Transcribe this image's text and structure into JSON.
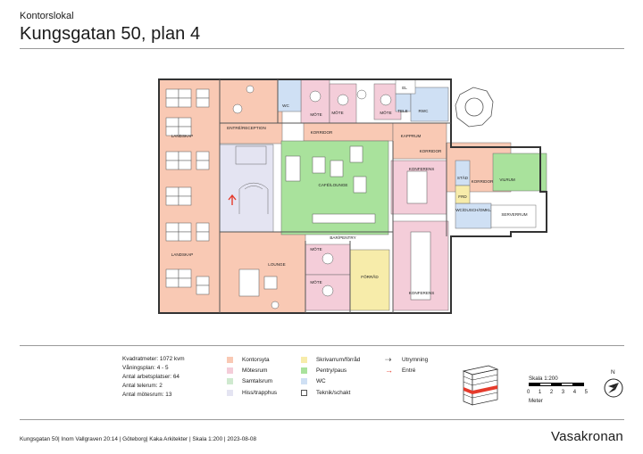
{
  "header": {
    "kicker": "Kontorslokal",
    "title": "Kungsgatan 50, plan 4"
  },
  "rooms": {
    "landskap_1": "LANDSKAP",
    "landskap_2": "LANDSKAP",
    "entre": "ENTRÉ/RECEPTION",
    "wc_top": "WC",
    "mote_1": "MÖTE",
    "mote_2": "MÖTE",
    "mote_3": "MÖTE",
    "el": "EL",
    "tele": "TELE",
    "rwc": "RWC",
    "korridor_1": "KORRIDOR",
    "kapprum": "KAPPRUM",
    "korridor_2": "KORRIDOR",
    "konferens_1": "KONFERENS",
    "cafe": "CAFÉ/LOUNGE",
    "stad": "STÄD",
    "korridor_3": "KORRIDOR",
    "vilrum": "VILRUM",
    "fro": "FRD",
    "wc_dusch": "WC/DUSCH/OMKL",
    "serverrum": "SERVERRUM",
    "bar": "BAR/PENTRY",
    "lounge": "LOUNGE",
    "mote_4": "MÖTE",
    "mote_5": "MÖTE",
    "forrad": "FÖRRÅD",
    "konferens_2": "KONFERENS"
  },
  "stats": [
    "Kvadratmeter: 1072 kvm",
    "Våningsplan: 4 - 5",
    "Antal arbetsplatser: 64",
    "Antal telerum: 2",
    "Antal mötesrum: 13"
  ],
  "legend": {
    "col1": [
      {
        "label": "Kontorsyta",
        "color": "#f9c9b4"
      },
      {
        "label": "Mötesrum",
        "color": "#f4cdd9"
      },
      {
        "label": "Samtalsrum",
        "color": "#cfe9cf"
      },
      {
        "label": "Hiss/trapphus",
        "color": "#e4e4f2"
      }
    ],
    "col2": [
      {
        "label": "Skrivarrum/förråd",
        "color": "#f7ecaa"
      },
      {
        "label": "Pentry/paus",
        "color": "#a9e29c"
      },
      {
        "label": "WC",
        "color": "#cfe0f4"
      },
      {
        "label": "Teknik/schakt",
        "color": "#ffffff"
      }
    ],
    "col3": [
      {
        "label": "Utrymning",
        "arrow": "⇢",
        "color": "#555555"
      },
      {
        "label": "Entré",
        "arrow": "→",
        "color": "#e53b2c"
      }
    ]
  },
  "scale": {
    "label": "Skala 1:200",
    "ticks": [
      "0",
      "1",
      "2",
      "3",
      "4",
      "5"
    ],
    "unit": "Meter"
  },
  "compass": "N",
  "footer": {
    "text": "Kungsgatan 50| Inom Vallgraven 20:14 | Göteborg| Kaka Arkitekter | Skala 1:200 | 2023-08-08",
    "brand": "Vasakronan"
  }
}
